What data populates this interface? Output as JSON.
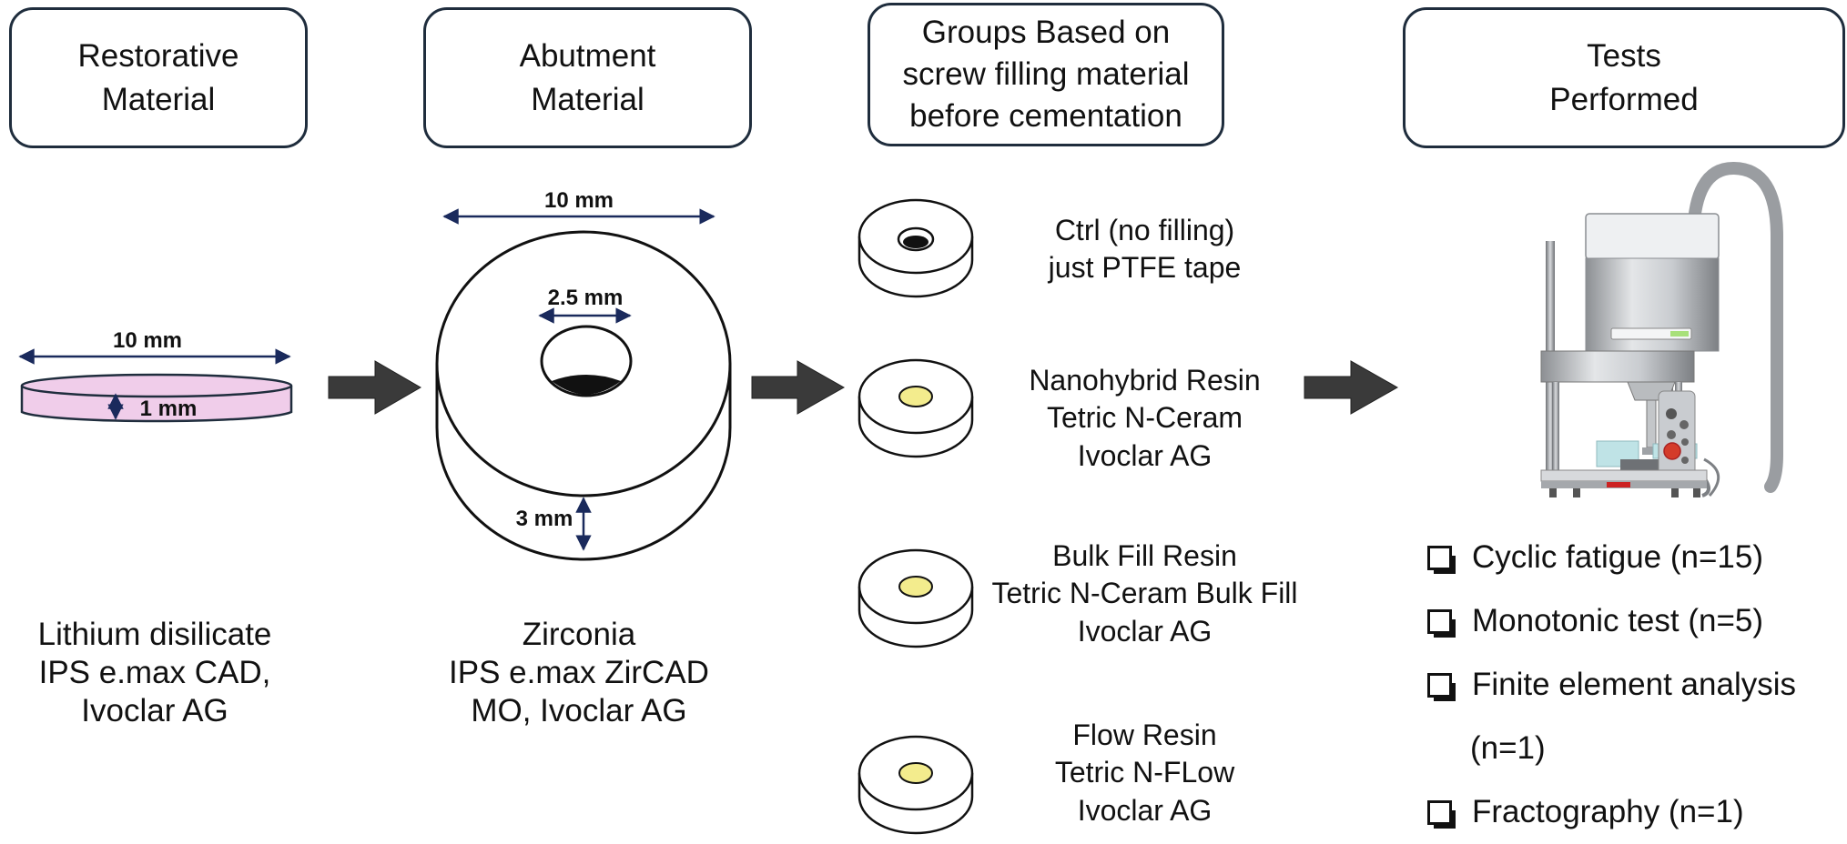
{
  "headers": [
    {
      "lines": [
        "Restorative",
        "Material"
      ]
    },
    {
      "lines": [
        "Abutment",
        "Material"
      ]
    },
    {
      "lines": [
        "Groups Based on",
        "screw filling material",
        "before cementation"
      ]
    },
    {
      "lines": [
        "Tests",
        "Performed"
      ]
    }
  ],
  "restorative": {
    "diameter_label": "10 mm",
    "thickness_label": "1 mm",
    "material_lines": [
      "Lithium disilicate",
      "IPS e.max CAD,",
      "Ivoclar AG"
    ]
  },
  "abutment": {
    "diameter_label": "10 mm",
    "hole_label": "2.5 mm",
    "height_label": "3 mm",
    "material_lines": [
      "Zirconia",
      "IPS e.max ZirCAD",
      "MO, Ivoclar AG"
    ]
  },
  "groups": [
    {
      "lines": [
        "Ctrl (no filling)",
        "just PTFE tape"
      ],
      "fill": "#111111"
    },
    {
      "lines": [
        "Nanohybrid Resin",
        "Tetric N-Ceram",
        "Ivoclar AG"
      ],
      "fill": "#f3ec8d"
    },
    {
      "lines": [
        "Bulk Fill Resin",
        "Tetric N-Ceram Bulk Fill",
        "Ivoclar AG"
      ],
      "fill": "#f3ec8d"
    },
    {
      "lines": [
        "Flow Resin",
        "Tetric N-FLow",
        "Ivoclar AG"
      ],
      "fill": "#f3ec8d"
    }
  ],
  "tests": {
    "items": [
      "Cyclic fatigue (n=15)",
      "Monotonic test (n=5)",
      "Finite element analysis",
      "Fractography (n=1)"
    ],
    "continuation": "(n=1)"
  },
  "colors": {
    "dimension_arrow": "#1a2a5c",
    "process_arrow": "#3a3a3a",
    "disc_fill": "#f0cdea",
    "box_border": "#1f2d3d"
  }
}
